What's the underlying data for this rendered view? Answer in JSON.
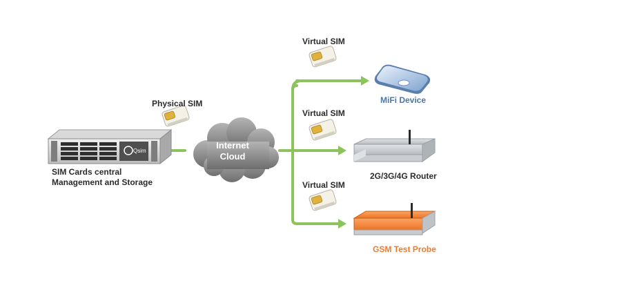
{
  "labels": {
    "physical_sim": "Physical SIM",
    "virtual_sim_1": "Virtual SIM",
    "virtual_sim_2": "Virtual SIM",
    "virtual_sim_3": "Virtual SIM",
    "storage_line1": "SIM Cards central",
    "storage_line2": "Management and Storage",
    "cloud_line1": "Internet",
    "cloud_line2": "Cloud",
    "mifi": "MiFi Device",
    "router": "2G/3G/4G Router",
    "probe": "GSM Test Probe",
    "server_logo": "Qsim"
  },
  "colors": {
    "connector": "#8cc35a",
    "cloud": "#8d8d8d",
    "mifi_label": "#4a76a8",
    "router_label": "#2b2b2b",
    "probe_label": "#f07a2a",
    "probe_body": "#f07a2a",
    "router_body": "#c9cdd2",
    "sim_card": "#f4f1e6",
    "sim_chip": "#e0b13c"
  },
  "icons": [
    "server-icon",
    "sim-card-icon",
    "cloud-icon",
    "mifi-device-icon",
    "router-icon",
    "test-probe-icon",
    "arrow-icon"
  ]
}
